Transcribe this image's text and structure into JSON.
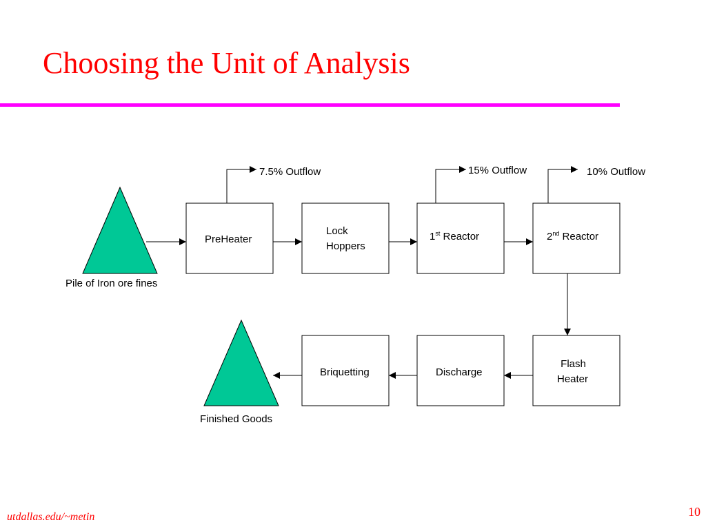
{
  "slide": {
    "title": "Choosing the Unit of Analysis",
    "footer_left": "utdallas.edu/~metin",
    "page_number": "10"
  },
  "colors": {
    "title": "#ff0000",
    "rule": "#ff00ff",
    "triangle_fill": "#00c896",
    "footer": "#ff0000"
  },
  "diagram": {
    "source_label": "Pile of Iron ore fines",
    "sink_label": "Finished Goods",
    "boxes": {
      "preheater": {
        "label": "PreHeater"
      },
      "lock_hoppers": {
        "label_line1": "Lock",
        "label_line2": "Hoppers"
      },
      "reactor1": {
        "num": "1",
        "sup": "st",
        "rest": " Reactor"
      },
      "reactor2": {
        "num": "2",
        "sup": "nd",
        "rest": " Reactor"
      },
      "flash_heater": {
        "label_line1": "Flash",
        "label_line2": "Heater"
      },
      "discharge": {
        "label": "Discharge"
      },
      "briquetting": {
        "label": "Briquetting"
      }
    },
    "outflows": {
      "preheater": "7.5% Outflow",
      "reactor1": "15% Outflow",
      "reactor2": "10% Outflow"
    }
  }
}
